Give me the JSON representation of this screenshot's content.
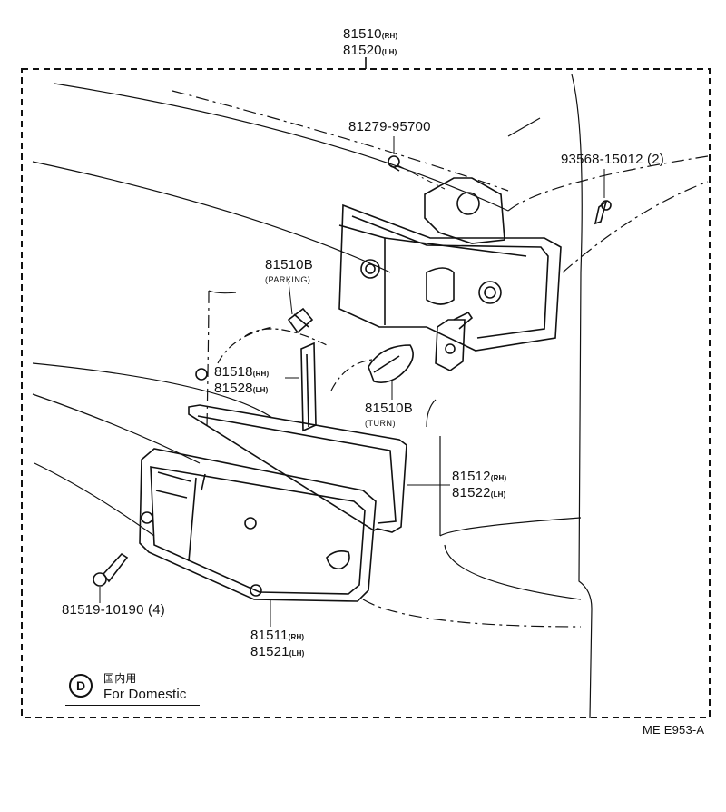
{
  "assembly": {
    "rh": "81510",
    "rh_tag": "(RH)",
    "lh": "81520",
    "lh_tag": "(LH)"
  },
  "screw_top": {
    "part": "81279-95700"
  },
  "screw_right": {
    "part": "93568-15012",
    "qty": "(2)"
  },
  "bulb_parking": {
    "part": "81510B",
    "note": "(PARKING)"
  },
  "gasket_small": {
    "rh": "81518",
    "rh_tag": "(RH)",
    "lh": "81528",
    "lh_tag": "(LH)"
  },
  "bulb_turn": {
    "part": "81510B",
    "note": "(TURN)"
  },
  "gasket_large": {
    "rh": "81512",
    "rh_tag": "(RH)",
    "lh": "81522",
    "lh_tag": "(LH)"
  },
  "screw_lens": {
    "part": "81519-10190",
    "qty": "(4)"
  },
  "lens": {
    "rh": "81511",
    "rh_tag": "(RH)",
    "lh": "81521",
    "lh_tag": "(LH)"
  },
  "legend": {
    "mark": "D",
    "jp": "国内用",
    "en": "For Domestic"
  },
  "drawing_code": "ME E953-A"
}
